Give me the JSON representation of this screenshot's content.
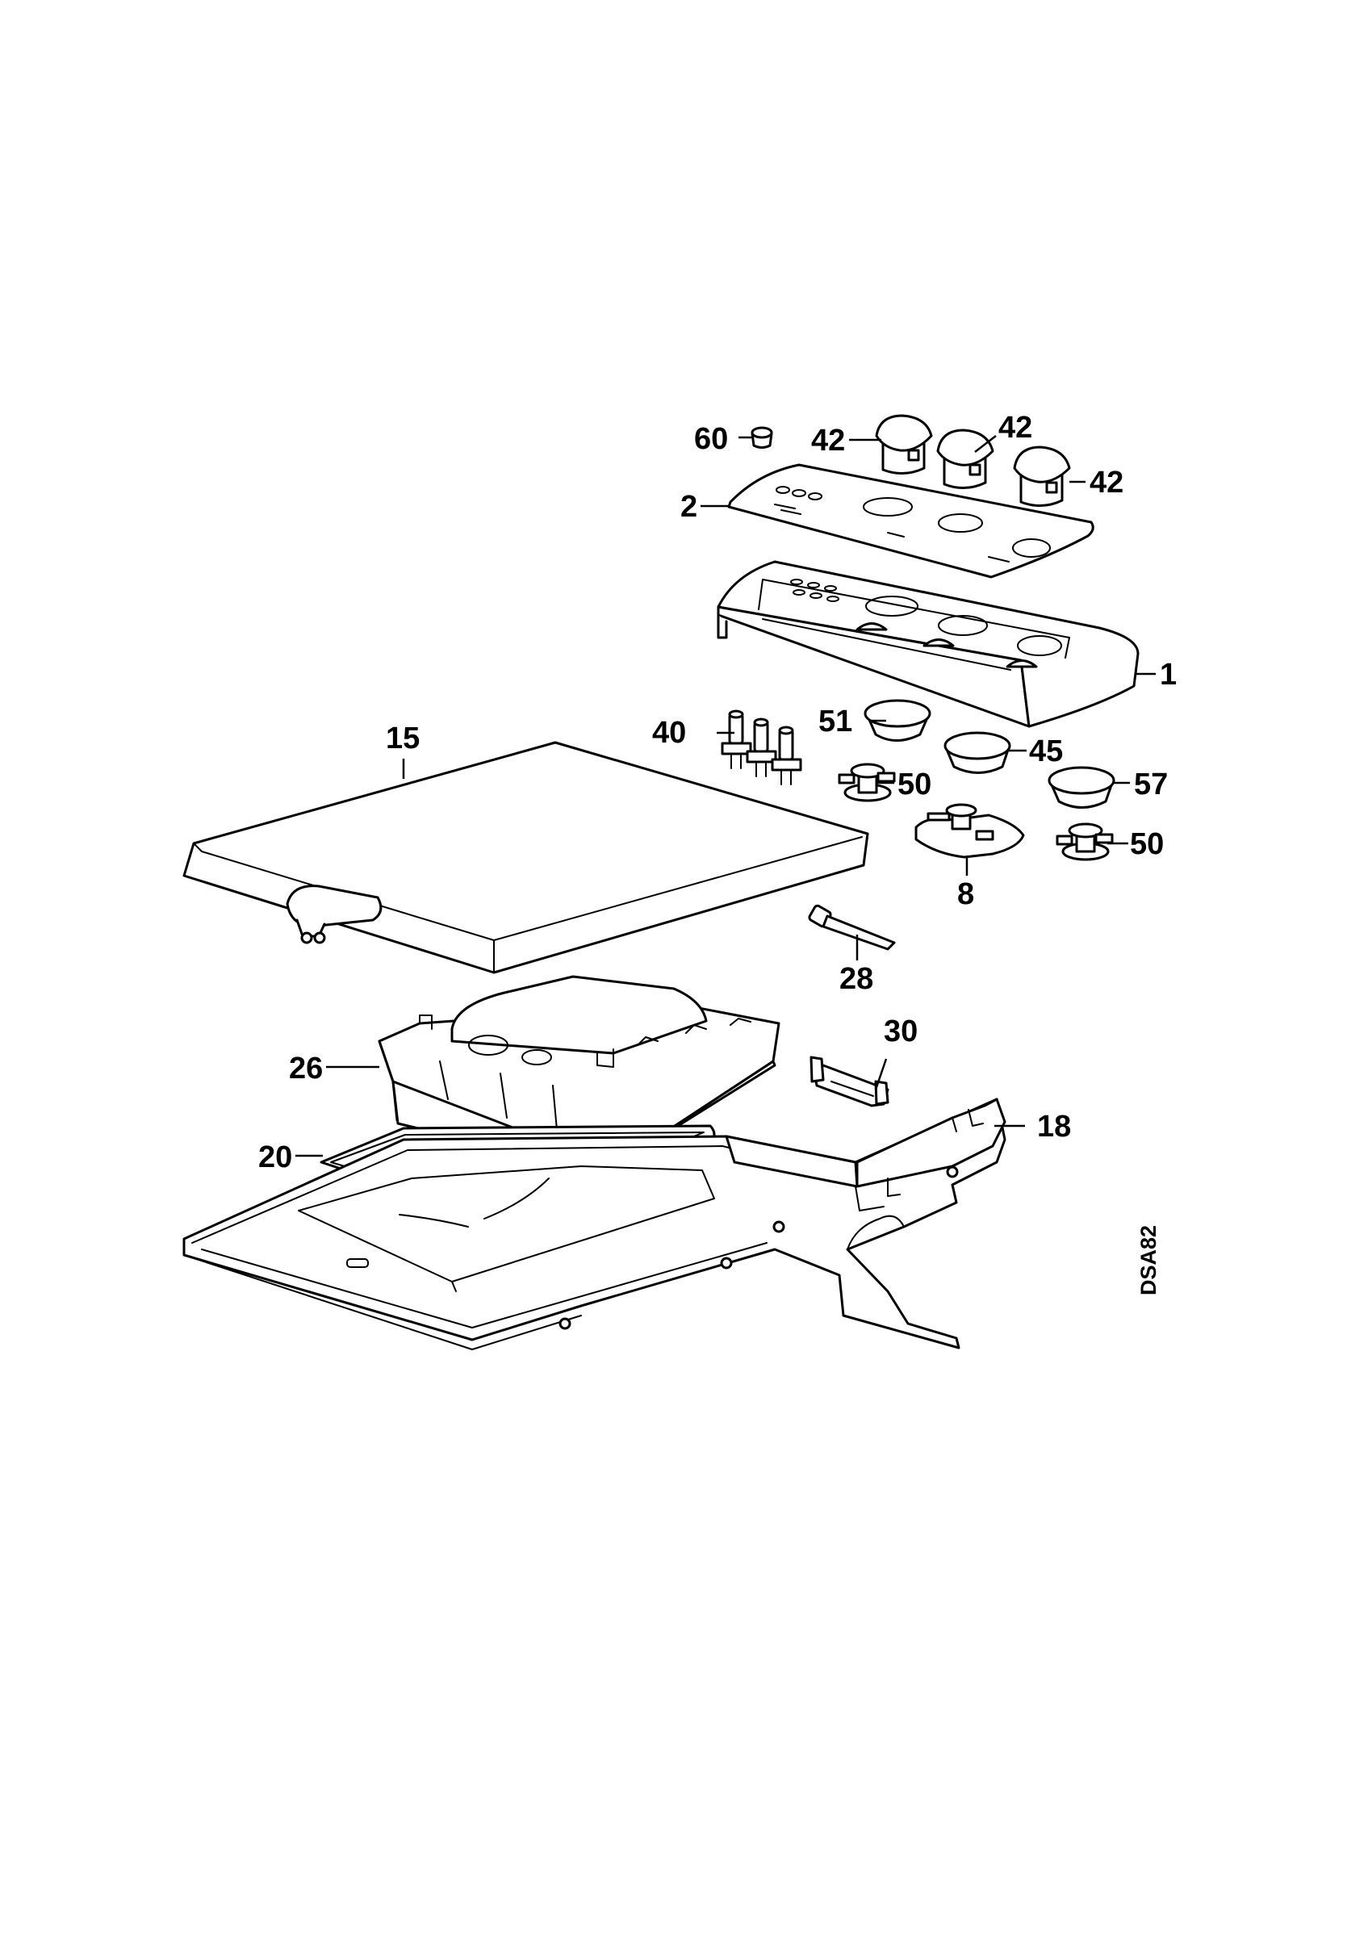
{
  "diagram_code": "DSA82",
  "callouts": [
    {
      "id": "c60",
      "text": "60"
    },
    {
      "id": "c42a",
      "text": "42"
    },
    {
      "id": "c42b",
      "text": "42"
    },
    {
      "id": "c42c",
      "text": "42"
    },
    {
      "id": "c2",
      "text": "2"
    },
    {
      "id": "c1",
      "text": "1"
    },
    {
      "id": "c51",
      "text": "51"
    },
    {
      "id": "c40",
      "text": "40"
    },
    {
      "id": "c45",
      "text": "45"
    },
    {
      "id": "c15",
      "text": "15"
    },
    {
      "id": "c50a",
      "text": "50"
    },
    {
      "id": "c57",
      "text": "57"
    },
    {
      "id": "c50b",
      "text": "50"
    },
    {
      "id": "c8",
      "text": "8"
    },
    {
      "id": "c28",
      "text": "28"
    },
    {
      "id": "c30",
      "text": "30"
    },
    {
      "id": "c26",
      "text": "26"
    },
    {
      "id": "c18",
      "text": "18"
    },
    {
      "id": "c20",
      "text": "20"
    }
  ]
}
